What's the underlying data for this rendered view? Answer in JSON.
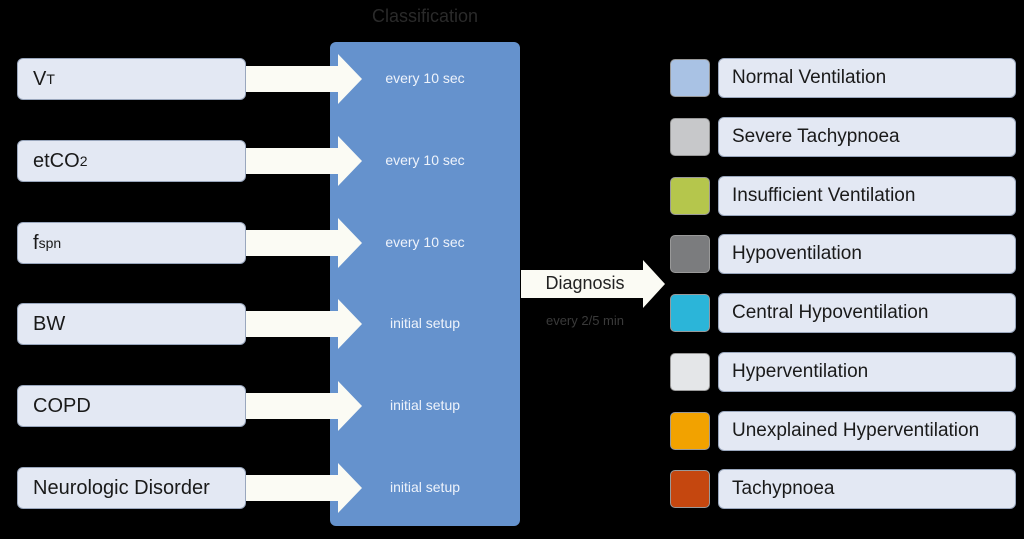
{
  "inputs": [
    {
      "label": "V",
      "sub": "T",
      "rate": "every 10 sec"
    },
    {
      "label": "etCO",
      "sub": "2",
      "rate": "every 10 sec"
    },
    {
      "label": "f",
      "sub": "spn",
      "rate": "every 10 sec"
    },
    {
      "label": "BW",
      "sub": "",
      "rate": "initial setup"
    },
    {
      "label": "COPD",
      "sub": "",
      "rate": "initial setup"
    },
    {
      "label": "Neurologic Disorder",
      "sub": "",
      "rate": "initial setup"
    }
  ],
  "classification": {
    "title": "Classification"
  },
  "diagnosis": {
    "label": "Diagnosis",
    "rate": "every 2/5 min"
  },
  "outputs": [
    {
      "label": "Normal Ventilation",
      "color": "#a9c2e4"
    },
    {
      "label": "Severe Tachypnoea",
      "color": "#c7c8ca"
    },
    {
      "label": "Insufficient Ventilation",
      "color": "#b5c64c"
    },
    {
      "label": "Hypoventilation",
      "color": "#7b7c7e"
    },
    {
      "label": "Central Hypoventilation",
      "color": "#2bb5d9"
    },
    {
      "label": "Hyperventilation",
      "color": "#e4e6e8"
    },
    {
      "label": "Unexplained Hyperventilation",
      "color": "#f2a200"
    },
    {
      "label": "Tachypnoea",
      "color": "#c5470f"
    }
  ]
}
